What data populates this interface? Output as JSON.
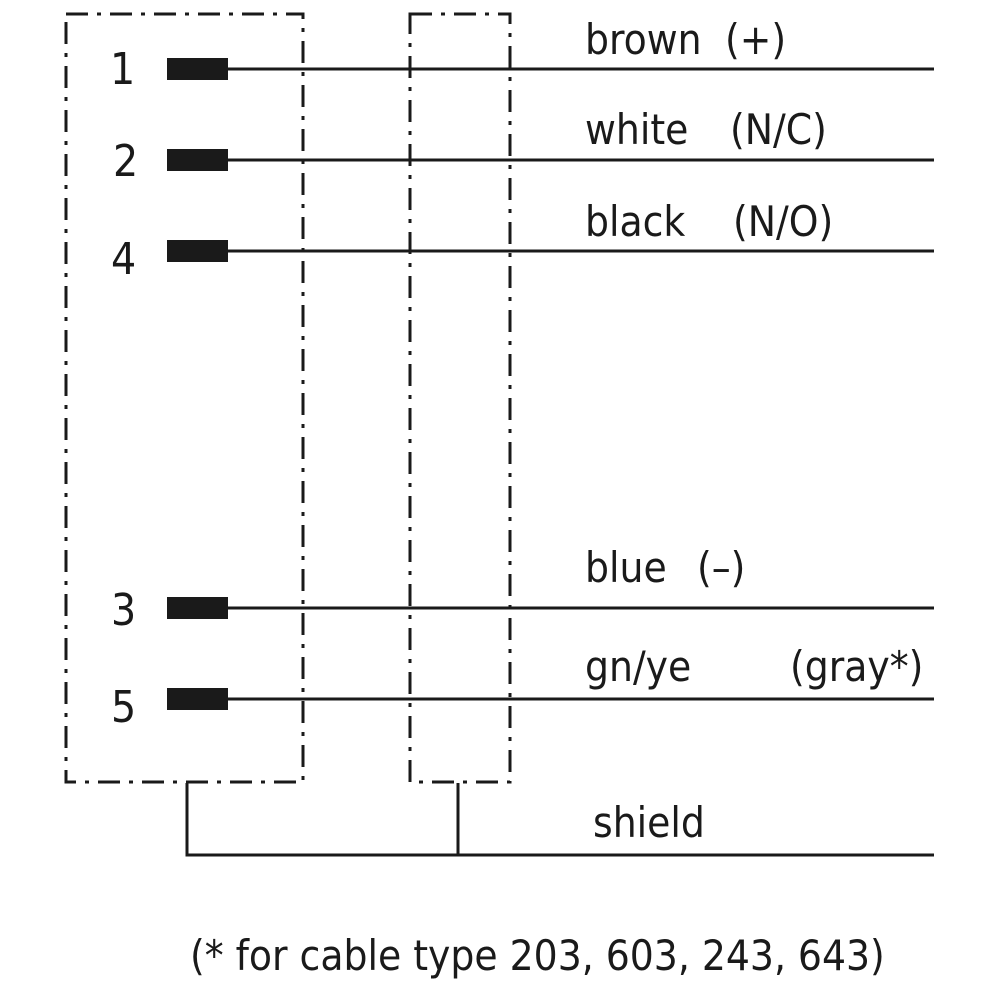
{
  "diagram": {
    "pins": [
      {
        "number": "1",
        "wire": "brown",
        "function": "(+)"
      },
      {
        "number": "2",
        "wire": "white",
        "function": "(N/C)"
      },
      {
        "number": "4",
        "wire": "black",
        "function": "(N/O)"
      },
      {
        "number": "3",
        "wire": "blue",
        "function": "(–)"
      },
      {
        "number": "5",
        "wire": "gn/ye",
        "function": "(gray*)"
      }
    ],
    "shield_label": "shield",
    "footnote": "(* for cable type 203, 603, 243, 643)",
    "colors": {
      "line": "#1a1a1a",
      "background": "#ffffff"
    }
  }
}
